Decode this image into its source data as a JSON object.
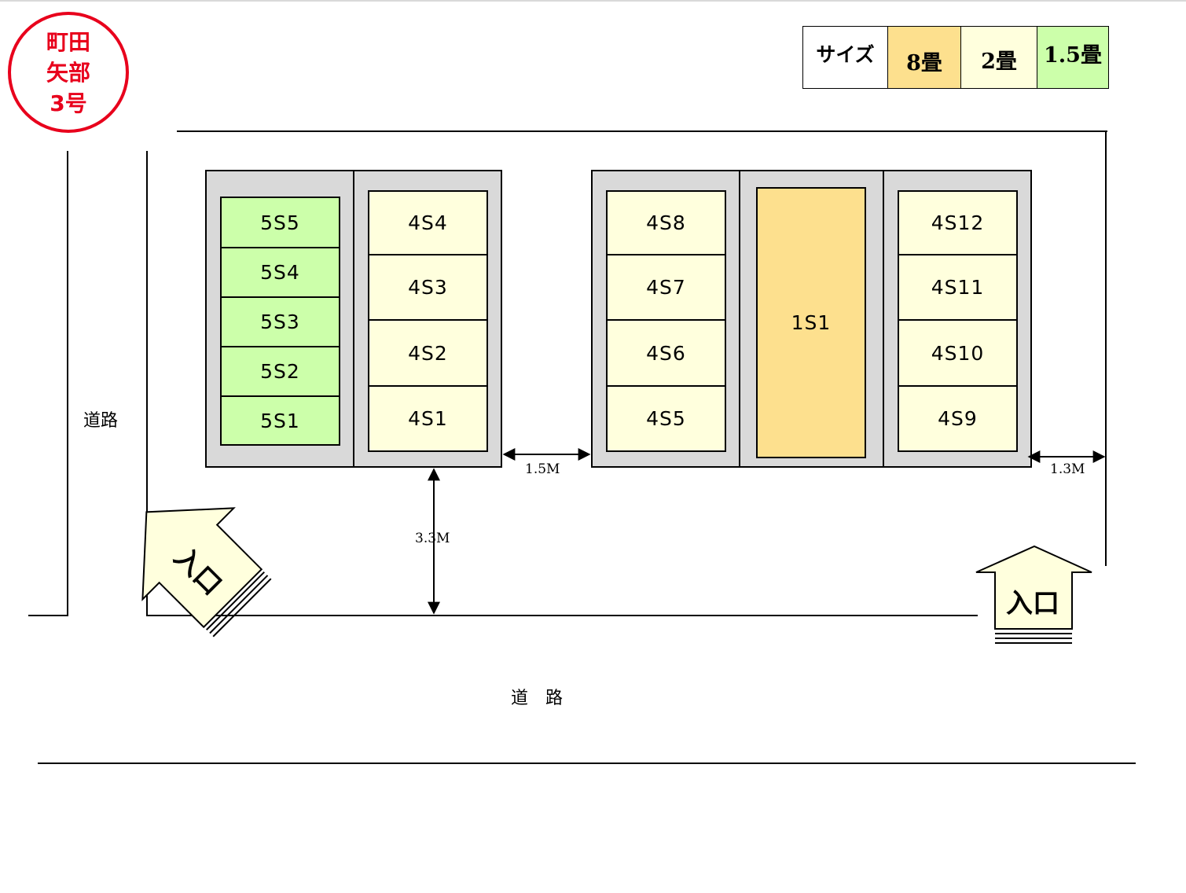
{
  "stamp": {
    "line1": "町田",
    "line2": "矢部",
    "line3": "3号",
    "color": "#e8001c"
  },
  "legend": {
    "header": "サイズ",
    "items": [
      {
        "label": "8畳",
        "color": "#fde08e"
      },
      {
        "label": "2畳",
        "color": "#ffffdd"
      },
      {
        "label": "1.5畳",
        "color": "#ccffaa"
      }
    ]
  },
  "road_left_label": "道路",
  "road_bottom_label": "道　路",
  "entrance_label": "入口",
  "dimensions": {
    "gap_between_blocks": "1.5M",
    "right_gap": "1.3M",
    "front_gap": "3.3M"
  },
  "units": {
    "col1": [
      "5S5",
      "5S4",
      "5S3",
      "5S2",
      "5S1"
    ],
    "col2": [
      "4S4",
      "4S3",
      "4S2",
      "4S1"
    ],
    "col3": [
      "4S8",
      "4S7",
      "4S6",
      "4S5"
    ],
    "col4": [
      "1S1"
    ],
    "col5": [
      "4S12",
      "4S11",
      "4S10",
      "4S9"
    ]
  },
  "colors": {
    "green": "#ccffaa",
    "cream": "#ffffdd",
    "orange": "#fde08e",
    "block_gray": "#d9d9d9"
  }
}
